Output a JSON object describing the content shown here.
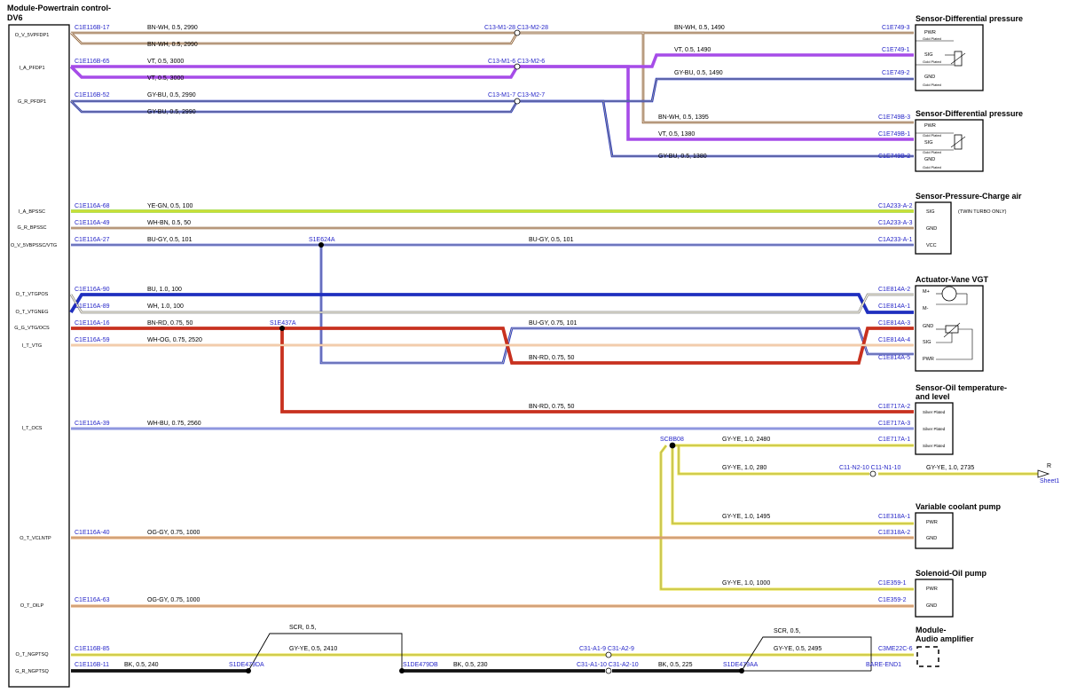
{
  "colors": {
    "BN": "#8a5a2c",
    "VT": "#a64ce8",
    "GY": "#8a8a8a",
    "BU": "#1f2fbf",
    "YE": "#e8e23a",
    "GN": "#9ad62a",
    "WH": "#f2efe2",
    "RD": "#c8311f",
    "OG": "#e69a58",
    "BK": "#111111",
    "connector_text": "#2626c8"
  },
  "module": {
    "title_line1": "Module-Powertrain control-",
    "title_line2": "DV6",
    "pins": [
      "O_V_5VPFDP1",
      "I_A_PFDP1",
      "G_R_PFDP1",
      "I_A_BPSSC",
      "G_R_BPSSC",
      "O_V_5VBPSSC/VTG",
      "O_T_VTGPOS",
      "O_T_VTGNEG",
      "G_G_VTG/OCS",
      "I_T_VTG",
      "I_T_OCS",
      "O_T_VCLNTP",
      "O_T_OILP",
      "O_T_NGPTSQ",
      "G_R_NGPTSQ"
    ]
  },
  "components": {
    "dp1": {
      "title": "Sensor-Differential pressure",
      "pins": [
        "PWR",
        "SIG",
        "GND"
      ],
      "plating": [
        "Gold Plated",
        "Gold Plated",
        "Gold Plated"
      ]
    },
    "dp2": {
      "title": "Sensor-Differential pressure",
      "pins": [
        "PWR",
        "SIG",
        "GND"
      ],
      "plating": [
        "Gold Plated",
        "Gold Plated",
        "Gold Plated"
      ]
    },
    "charge": {
      "title": "Sensor-Pressure-Charge air",
      "pins": [
        "SIG",
        "GND",
        "VCC"
      ],
      "note": "(TWIN TURBO ONLY)"
    },
    "vgt": {
      "title": "Actuator-Vane VGT",
      "pins": [
        "M+",
        "M-",
        "GND",
        "SIG",
        "PWR"
      ]
    },
    "oil": {
      "title_line1": "Sensor-Oil temperature-",
      "title_line2": "and level",
      "plating": [
        "Silver Plated",
        "Silver Plated",
        "Silver Plated"
      ]
    },
    "coolant": {
      "title": "Variable coolant pump",
      "pins": [
        "PWR",
        "GND"
      ]
    },
    "oilpump": {
      "title": "Solenoid-Oil pump",
      "pins": [
        "PWR",
        "GND"
      ]
    },
    "audio": {
      "title_line1": "Module-",
      "title_line2": "Audio amplifier"
    }
  },
  "wires": {
    "w1": {
      "from": "C1E116B-17",
      "label": "BN-WH,  0.5,  2990",
      "label2": "BN-WH,  0.5,  2990",
      "inline": "C13-M1-28  C13-M2-28",
      "label3": "BN-WH,  0.5,  1490",
      "to": "C1E749-3",
      "label4": "BN-WH,  0.5,  1395",
      "to2": "C1E749B-3"
    },
    "w2": {
      "from": "C1E116B-65",
      "label": "VT,  0.5,  3000",
      "label2": "VT,  0.5,  3000",
      "inline": "C13-M1-6  C13-M2-6",
      "label3": "VT,  0.5,  1490",
      "to": "C1E749-1",
      "label4": "VT,  0.5,  1380",
      "to2": "C1E749B-1"
    },
    "w3": {
      "from": "C1E116B-52",
      "label": "GY-BU,  0.5,  2990",
      "label2": "GY-BU,  0.5,  2990",
      "inline": "C13-M1-7  C13-M2-7",
      "label3": "GY-BU,  0.5,  1490",
      "to": "C1E749-2",
      "label4": "GY-BU,  0.5,  1380",
      "to2": "C1E749B-2"
    },
    "w4": {
      "from": "C1E116A-68",
      "label": "YE-GN,  0.5,  100",
      "to": "C1A233-A-2"
    },
    "w5": {
      "from": "C1E116A-49",
      "label": "WH-BN,  0.5,  50",
      "to": "C1A233-A-3"
    },
    "w6": {
      "from": "C1E116A-27",
      "splice": "S1E624A",
      "label": "BU-GY,  0.5,  101",
      "label2": "BU-GY,  0.5,  101",
      "to": "C1A233-A-1"
    },
    "w7": {
      "from": "C1E116A-90",
      "label": "BU,  1.0,  100",
      "to": "C1E814A-2"
    },
    "w8": {
      "from": "C1E116A-89",
      "label": "WH,  1.0,  100",
      "to": "C1E814A-1"
    },
    "w9": {
      "from": "C1E116A-16",
      "splice": "S1E437A",
      "label": "BN-RD,  0.75,  50",
      "to": "C1E814A-3"
    },
    "w10": {
      "from": "C1E116A-59",
      "label": "WH-OG,  0.75,  2520",
      "to": "C1E814A-4"
    },
    "w11": {
      "label": "BU-GY,  0.75,  101",
      "to": "C1E814A-5",
      "label2": "BN-RD,  0.75,  50"
    },
    "w12": {
      "label": "BN-RD,  0.75,  50",
      "to": "C1E717A-2"
    },
    "w13": {
      "from": "C1E116A-39",
      "label": "WH-BU,  0.75,  2560",
      "to": "C1E717A-3"
    },
    "w14": {
      "splice": "SCBB08",
      "label": "GY-YE,  1.0,  2480",
      "to": "C1E717A-1"
    },
    "w15": {
      "label": "GY-YE,  1.0,  280",
      "inline": "C11-N2-10  C11-N1-10",
      "label2": "GY-YE,  1.0,  2735",
      "to": "R",
      "sheet": "Sheet1"
    },
    "w16": {
      "label": "GY-YE,  1.0,  1495",
      "to": "C1E318A-1"
    },
    "w17": {
      "from": "C1E116A-40",
      "label": "OG-GY,  0.75,  1000",
      "to": "C1E318A-2"
    },
    "w18": {
      "label": "GY-YE,  1.0,  1000",
      "to": "C1E359-1"
    },
    "w19": {
      "from": "C1E116A-63",
      "label": "OG-GY,  0.75,  1000",
      "to": "C1E359-2"
    },
    "w20": {
      "from": "C1E116B-85",
      "scr1": "SCR,  0.5,",
      "label": "GY-YE,  0.5,  2410",
      "inline": "C31-A1-9  C31-A2-9",
      "scr2": "SCR,  0.5,",
      "label2": "GY-YE,  0.5,  2495",
      "to": "C3ME22C-6"
    },
    "w21": {
      "from": "C1E116B-11",
      "label": "BK,  0.5,  240",
      "s1": "S1DE479DA",
      "label2": "BK,  0.5,  230",
      "s2": "S1DE479DB",
      "inline": "C31-A1-10  C31-A2-10",
      "label3": "BK,  0.5,  225",
      "s3": "S1DE479AA",
      "to": "BARE-END1"
    }
  }
}
